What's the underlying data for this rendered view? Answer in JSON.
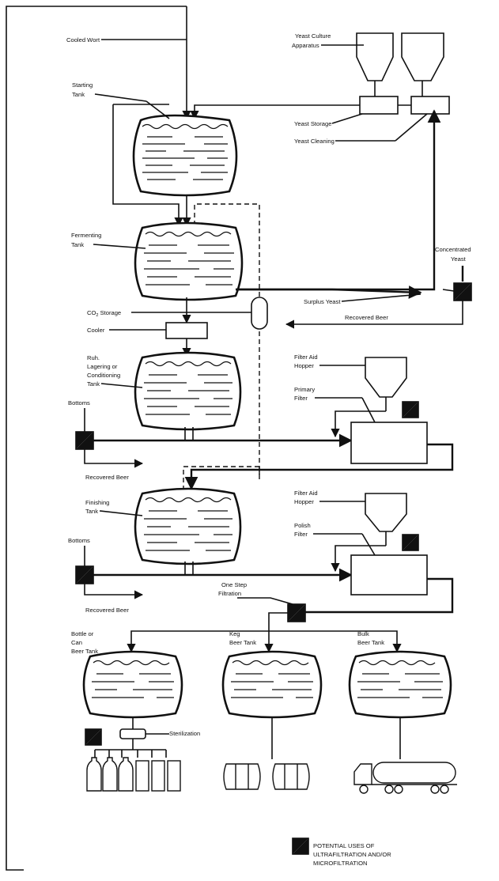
{
  "labels": {
    "cooled_wort": "Cooled Wort",
    "yeast_culture_1": "Yeast Culture",
    "yeast_culture_2": "Apparatus",
    "starting_tank_1": "Starting",
    "starting_tank_2": "Tank",
    "yeast_storage": "Yeast Storage",
    "yeast_cleaning": "Yeast Cleaning",
    "fermenting_tank_1": "Fermenting",
    "fermenting_tank_2": "Tank",
    "concentrated_yeast_1": "Concentrated",
    "concentrated_yeast_2": "Yeast",
    "co2_storage_pre": "CO",
    "co2_storage_sub": "2",
    "co2_storage_post": " Storage",
    "surplus_yeast": "Surplus Yeast",
    "recovered_beer_top": "Recovered Beer",
    "cooler": "Cooler",
    "ruh_1": "Ruh.",
    "ruh_2": "Lagering or",
    "ruh_3": "Conditioning",
    "ruh_4": "Tank",
    "filter_aid_hopper_1a": "Filter Aid",
    "filter_aid_hopper_1b": "Hopper",
    "primary_filter_1": "Primary",
    "primary_filter_2": "Filter",
    "bottoms_1": "Bottoms",
    "recovered_beer_1": "Recovered Beer",
    "finishing_tank_1": "Finishing",
    "finishing_tank_2": "Tank",
    "filter_aid_hopper_2a": "Filter Aid",
    "filter_aid_hopper_2b": "Hopper",
    "polish_filter_1": "Polish",
    "polish_filter_2": "Filter",
    "bottoms_2": "Bottoms",
    "recovered_beer_2": "Recovered Beer",
    "one_step_1": "One Step",
    "one_step_2": "Filtration",
    "bottle_tank_1": "Bottle or",
    "bottle_tank_2": "Can",
    "bottle_tank_3": "Beer Tank",
    "keg_tank_1": "Keg",
    "keg_tank_2": "Beer Tank",
    "bulk_tank_1": "Bulk",
    "bulk_tank_2": "Beer Tank",
    "sterilization": "Sterilization"
  },
  "legend": {
    "line1": "POTENTIAL USES OF",
    "line2": "ULTRAFILTRATION AND/OR",
    "line3": "MICROFILTRATION"
  }
}
